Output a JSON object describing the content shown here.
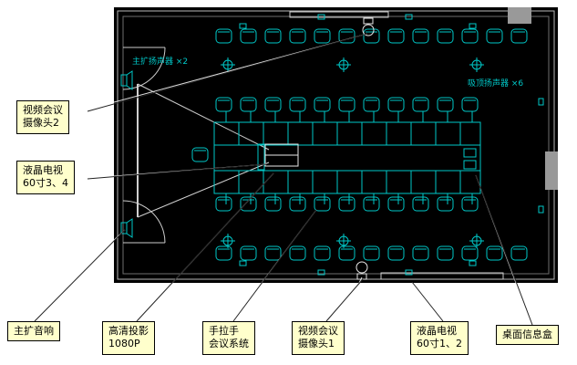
{
  "colors": {
    "cad_background": "#000000",
    "cad_accent": "#00c8c8",
    "wall_line": "#b8b8b8",
    "label_background": "#ffffcc",
    "label_border": "#000000",
    "leader_line": "#222222"
  },
  "drawing_texts": {
    "main_speakers": "主扩扬声器 ×2",
    "ceiling_speakers": "吸顶扬声器 ×6"
  },
  "labels": {
    "camera2": {
      "text": "视频会议\n摄像头2"
    },
    "tv34": {
      "text": "液晶电视\n60寸3、4"
    },
    "main_audio": {
      "text": "主扩音响"
    },
    "projector": {
      "text": "高清投影\n1080P"
    },
    "hand_in_hand": {
      "text": "手拉手\n会议系统"
    },
    "camera1": {
      "text": "视频会议\n摄像头1"
    },
    "tv12": {
      "text": "液晶电视\n60寸1、2"
    },
    "info_box": {
      "text": "桌面信息盒"
    }
  }
}
